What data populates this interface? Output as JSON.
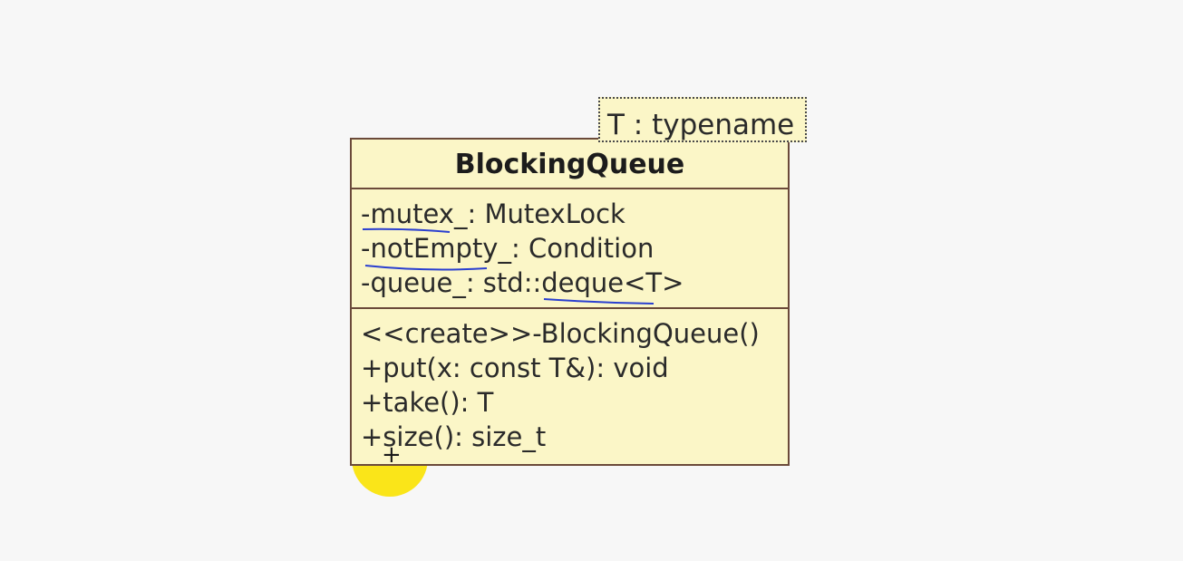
{
  "template_parameter": "T : typename",
  "class": {
    "name": "BlockingQueue",
    "attributes": [
      "-mutex_: MutexLock",
      "-notEmpty_: Condition",
      "-queue_: std::deque<T>"
    ],
    "operations": [
      "<<create>>-BlockingQueue()",
      "+put(x: const T&): void",
      "+take(): T",
      "+size(): size_t"
    ]
  },
  "colors": {
    "background": "#f7f7f7",
    "box_fill": "#fbf6c7",
    "box_border": "#6b4a3a",
    "annotation_ink": "#2a3fd0",
    "cursor_highlight": "#fae200"
  },
  "icons": {
    "cursor": "plus-cursor-icon"
  }
}
